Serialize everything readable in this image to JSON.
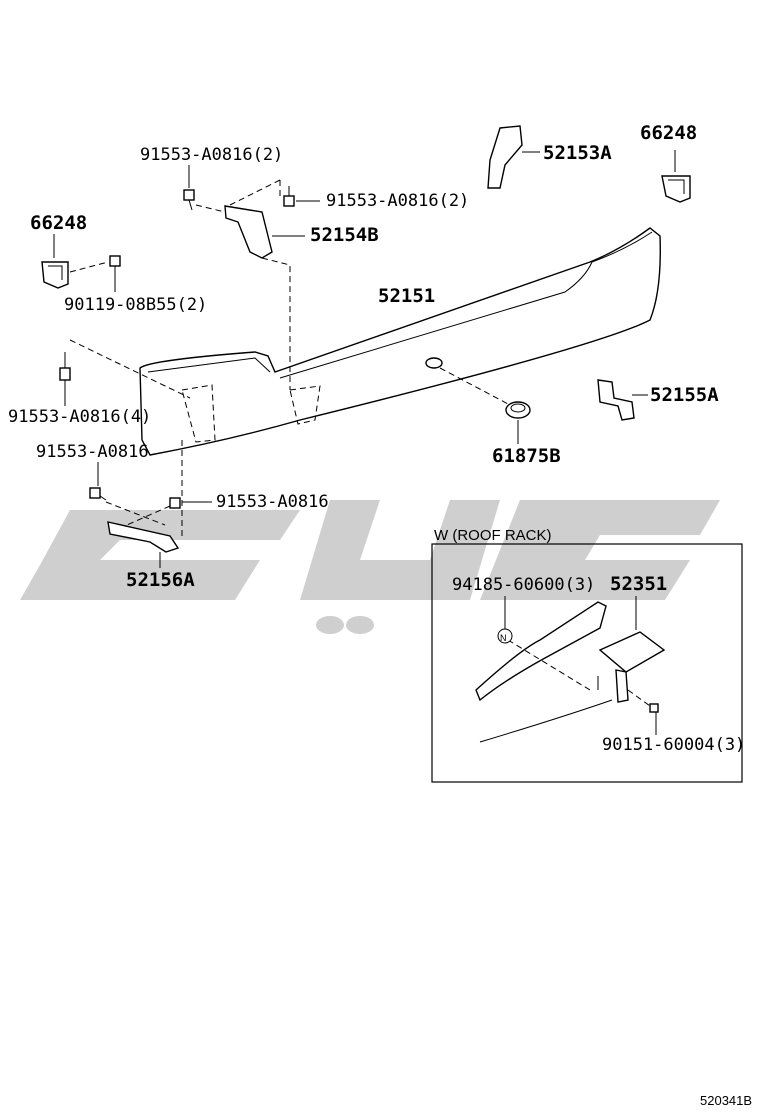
{
  "labels": {
    "p52153A": "52153A",
    "p66248_top": "66248",
    "p91553_2_left": "91553-A0816(2)",
    "p91553_2_right": "91553-A0816(2)",
    "p52154B": "52154B",
    "p66248_left": "66248",
    "p90119": "90119-08B55(2)",
    "p52151": "52151",
    "p91553_4": "91553-A0816(4)",
    "p52155A": "52155A",
    "p61875B": "61875B",
    "p91553_a": "91553-A0816",
    "p91553_b": "91553-A0816",
    "p52156A": "52156A"
  },
  "inset": {
    "title": "W (ROOF RACK)",
    "p94185": "94185-60600(3)",
    "p52351": "52351",
    "p90151": "90151-60004(3)",
    "marker": "N"
  },
  "figure_code": "520341B",
  "colors": {
    "line": "#000000",
    "watermark": "#a8a8a8",
    "background": "#ffffff"
  }
}
